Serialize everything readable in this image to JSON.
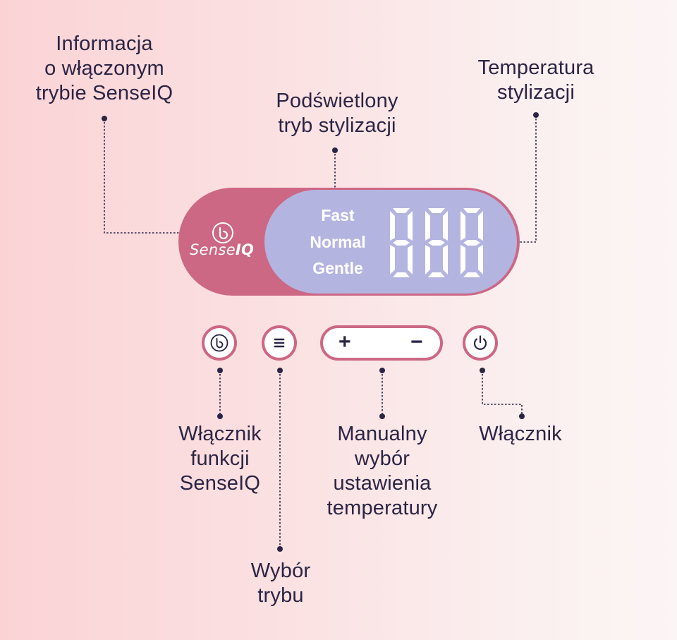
{
  "labels": {
    "senseiq_info": "Informacja\no włączonym\ntrybie SenseIQ",
    "highlighted_mode": "Podświetlony\ntryb stylizacji",
    "temperature": "Temperatura\nstylizacji",
    "senseiq_switch": "Włącznik\nfunkcji\nSenseIQ",
    "manual_temp": "Manualny\nwybór\nustawienia\ntemperatury",
    "power": "Włącznik",
    "mode_select": "Wybór\ntrybu"
  },
  "display": {
    "brand_light": "Sense",
    "brand_bold": "IQ",
    "modes": [
      "Fast",
      "Normal",
      "Gentle"
    ]
  },
  "buttons": {
    "plus": "+",
    "minus": "−",
    "mode_icon": "≡"
  },
  "icons": {
    "senseiq": "senseiq-icon",
    "menu": "menu-icon",
    "power": "power-icon"
  },
  "colors": {
    "accent": "#cc6784",
    "display_panel": "#b4b4e0",
    "text": "#2b2444"
  }
}
